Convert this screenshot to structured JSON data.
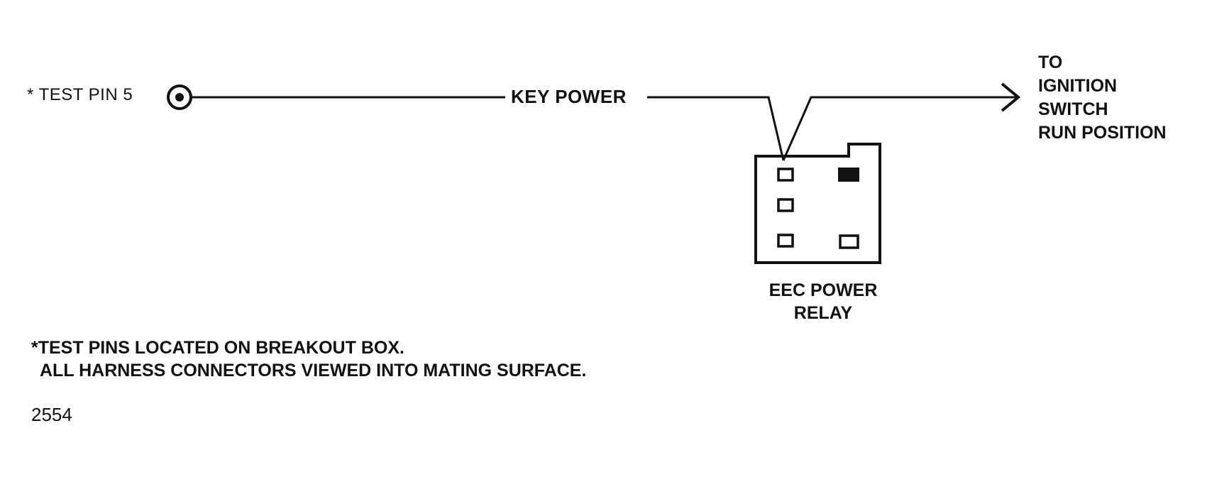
{
  "test_pin": {
    "marker": "*",
    "label": "TEST PIN 5"
  },
  "circuit": {
    "label": "KEY POWER"
  },
  "destination": {
    "lines": [
      "TO",
      "IGNITION",
      "SWITCH",
      "RUN POSITION"
    ]
  },
  "connector": {
    "lines": [
      "EEC POWER",
      "RELAY"
    ]
  },
  "footnote": {
    "line1": "*TEST PINS LOCATED ON BREAKOUT BOX.",
    "line2": "ALL HARNESS CONNECTORS VIEWED INTO MATING SURFACE."
  },
  "figure_number": "2554",
  "colors": {
    "ink": "#111111",
    "background": "#ffffff"
  }
}
